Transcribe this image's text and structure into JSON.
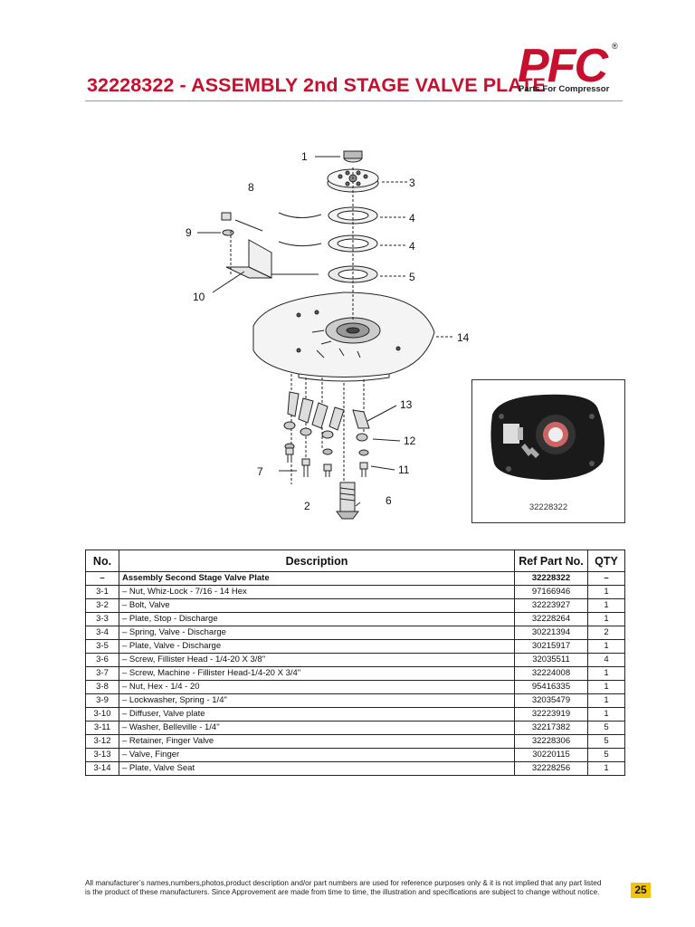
{
  "header": {
    "title": "32228322 - ASSEMBLY 2nd STAGE VALVE PLATE",
    "logo_text": "PFC",
    "logo_tagline": "Parts For Compressor",
    "logo_registered": "®",
    "brand_color": "#c8102e"
  },
  "diagram": {
    "callouts": [
      "1",
      "8",
      "3",
      "4",
      "9",
      "4",
      "5",
      "10",
      "14",
      "13",
      "12",
      "7",
      "11",
      "2",
      "6"
    ]
  },
  "photo": {
    "caption": "32228322"
  },
  "table": {
    "headers": [
      "No.",
      "Description",
      "Ref Part No.",
      "QTY"
    ],
    "rows": [
      {
        "no": "–",
        "desc": "Assembly Second Stage Valve Plate",
        "ref": "32228322",
        "qty": "–"
      },
      {
        "no": "3-1",
        "desc": "– Nut, Whiz-Lock - 7/16 - 14 Hex",
        "ref": "97166946",
        "qty": "1"
      },
      {
        "no": "3-2",
        "desc": "– Bolt, Valve",
        "ref": "32223927",
        "qty": "1"
      },
      {
        "no": "3-3",
        "desc": "– Plate, Stop - Discharge",
        "ref": "32228264",
        "qty": "1"
      },
      {
        "no": "3-4",
        "desc": "– Spring, Valve - Discharge",
        "ref": "30221394",
        "qty": "2"
      },
      {
        "no": "3-5",
        "desc": "– Plate, Valve - Discharge",
        "ref": "30215917",
        "qty": "1"
      },
      {
        "no": "3-6",
        "desc": "– Screw, Fillister Head - 1/4-20 X 3/8\"",
        "ref": "32035511",
        "qty": "4"
      },
      {
        "no": "3-7",
        "desc": "– Screw, Machine - Fillister Head-1/4-20 X 3/4\"",
        "ref": "32224008",
        "qty": "1"
      },
      {
        "no": "3-8",
        "desc": "– Nut, Hex - 1/4 - 20",
        "ref": "95416335",
        "qty": "1"
      },
      {
        "no": "3-9",
        "desc": "– Lockwasher, Spring - 1/4\"",
        "ref": "32035479",
        "qty": "1"
      },
      {
        "no": "3-10",
        "desc": "– Diffuser, Valve plate",
        "ref": "32223919",
        "qty": "1"
      },
      {
        "no": "3-11",
        "desc": "– Washer, Belleville - 1/4\"",
        "ref": "32217382",
        "qty": "5"
      },
      {
        "no": "3-12",
        "desc": "– Retainer, Finger Valve",
        "ref": "32228306",
        "qty": "5"
      },
      {
        "no": "3-13",
        "desc": "– Valve, Finger",
        "ref": "30220115",
        "qty": "5"
      },
      {
        "no": "3-14",
        "desc": "– Plate, Valve Seat",
        "ref": "32228256",
        "qty": "1"
      }
    ]
  },
  "footer": {
    "line1": "All manufacturer’s names,numbers,photos,product description and/or part numbers are used for reference purposes only & it is not implied that any part listed",
    "line2": "is the product of these manufacturers.  Since Approvement are made from time to time,  the illustration and specifications are subject to change without notice.",
    "page_number": "25",
    "page_color": "#f4c400"
  }
}
